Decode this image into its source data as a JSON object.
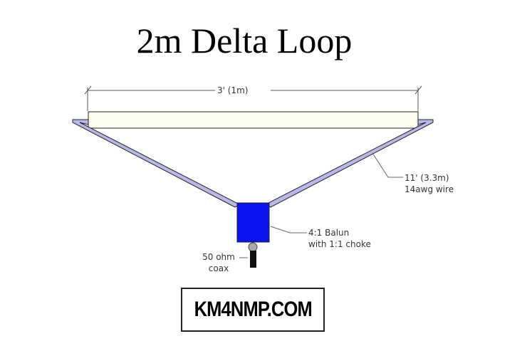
{
  "title": "2m Delta Loop",
  "dimension_label": "3' (1m)",
  "wire_label": [
    "11' (3.3m)",
    "14awg wire"
  ],
  "balun_label": [
    "4:1 Balun",
    "with 1:1 choke"
  ],
  "coax_label": [
    "50 ohm",
    "coax"
  ],
  "brand": "KM4NMP.COM",
  "colors": {
    "balun": "#0a14f0",
    "wire": "#b8b8e8",
    "spreader": "#fdfdf0"
  }
}
